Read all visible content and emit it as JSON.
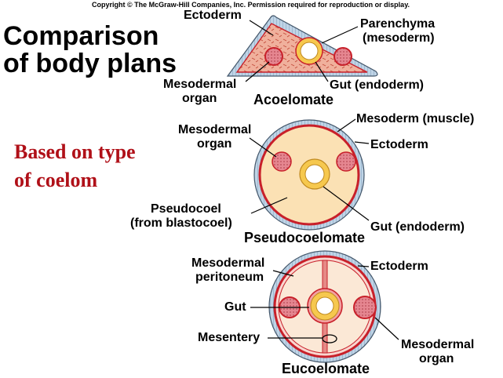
{
  "copyright": "Copyright © The McGraw-Hill Companies, Inc. Permission required for reproduction or display.",
  "title_line1": "Comparison",
  "title_line2": "of body plans",
  "subtitle_line1": "Based on type",
  "subtitle_line2": "of coelom",
  "acoelomate": {
    "caption": "Acoelomate",
    "ectoderm": "Ectoderm",
    "parenchyma_line1": "Parenchyma",
    "parenchyma_line2": "(mesoderm)",
    "organ_line1": "Mesodermal",
    "organ_line2": "organ",
    "gut": "Gut (endoderm)"
  },
  "pseudocoelomate": {
    "caption": "Pseudocoelomate",
    "mesoderm": "Mesoderm (muscle)",
    "ectoderm": "Ectoderm",
    "organ_line1": "Mesodermal",
    "organ_line2": "organ",
    "cavity_line1": "Pseudocoel",
    "cavity_line2": "(from blastocoel)",
    "gut": "Gut (endoderm)"
  },
  "eucoelomate": {
    "caption": "Eucoelomate",
    "peritoneum_line1": "Mesodermal",
    "peritoneum_line2": "peritoneum",
    "ectoderm": "Ectoderm",
    "gut": "Gut",
    "mesentery": "Mesentery",
    "organ_line1": "Mesodermal",
    "organ_line2": "organ"
  },
  "colors": {
    "ectoderm": "#bfd4e6",
    "mesoderm": "#c8202a",
    "parenchyma": "#f0b09c",
    "pseudocoel": "#fbe1b4",
    "coelom": "#fbe8d6",
    "gut_wall": "#f6c84e",
    "organ": "#e58690",
    "subtitle": "#b01018"
  }
}
